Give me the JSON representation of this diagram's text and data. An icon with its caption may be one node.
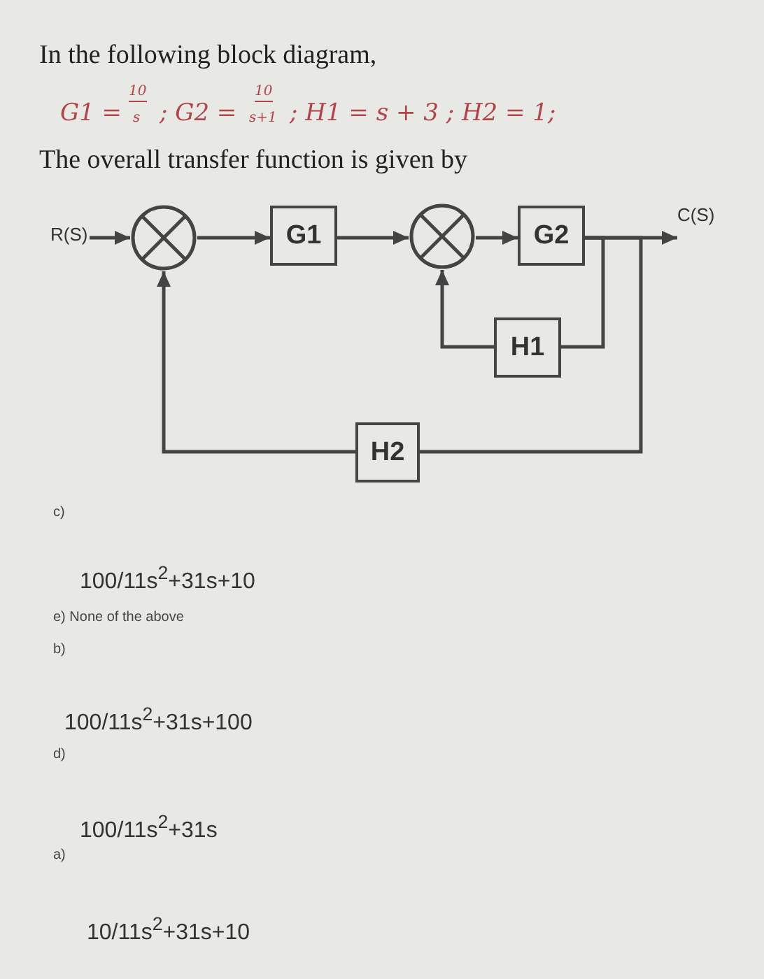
{
  "diagram": {
    "nodes": [
      {
        "text": [
          "R(S)"
        ]
      },
      {
        "text": [],
        "shape": "circle"
      },
      {
        "text": [
          "G1"
        ]
      },
      {
        "text": [],
        "shape": "circle"
      },
      {
        "text": [
          "G2"
        ]
      },
      {
        "text": [
          "C(S)"
        ]
      },
      {
        "text": [
          "H1"
        ]
      },
      {
        "text": [
          "H2"
        ]
      }
    ],
    "edges": [
      {
        "from": 0,
        "to": 1,
        "arrow": "to"
      },
      {
        "from": 1,
        "to": 2,
        "arrow": "to"
      },
      {
        "from": 2,
        "to": 3,
        "arrow": "to"
      },
      {
        "from": 3,
        "to": 4,
        "arrow": "to"
      },
      {
        "from": 4,
        "to": 5,
        "arrow": "to"
      },
      {
        "from": 4,
        "to": 6,
        "arrow": "none"
      },
      {
        "from": 4,
        "to": 7,
        "arrow": "none"
      },
      {
        "from": 6,
        "to": 3,
        "arrow": "to"
      },
      {
        "from": 7,
        "to": 1,
        "arrow": "to"
      }
    ],
    "labels": [
      "In the following block diagram,",
      "G1 =",
      "10",
      "s",
      "; G2 =",
      "10",
      "s+1",
      "; H1 = s + 3 ; H2 = 1;",
      "The overall transfer function is given by",
      "c)",
      "100/11s$^{2}$+31s+10",
      "e) None of the above",
      "b)",
      "100/11s$^{2}$+31s+100",
      "d)",
      "100/11s$^{2}$+31s",
      "a)",
      "10/11s$^{2}$+31s+10"
    ]
  }
}
